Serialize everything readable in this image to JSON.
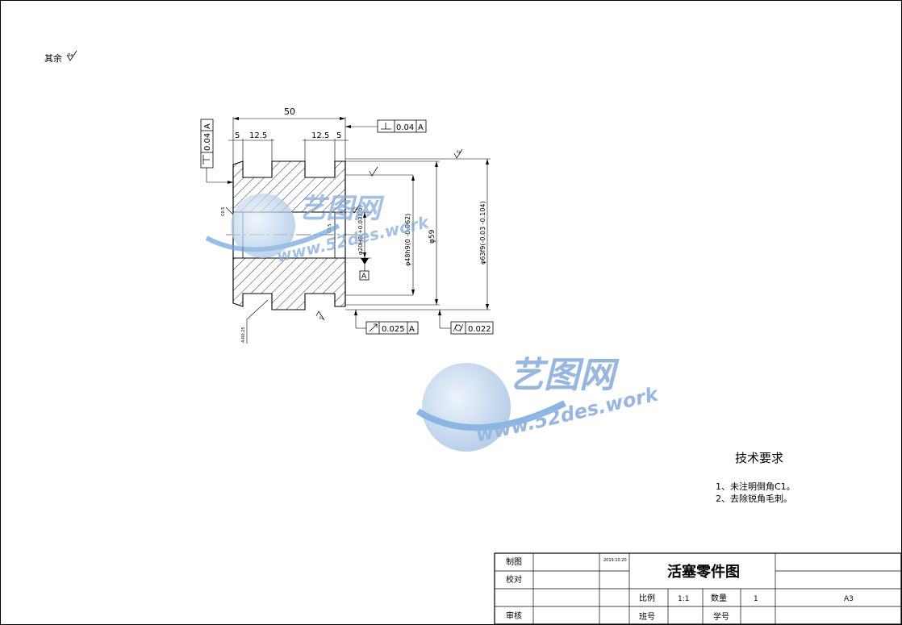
{
  "surface_note": {
    "label": "其余",
    "ra": "Ra"
  },
  "dims": {
    "length": "50",
    "left_edge": "5",
    "left_groove": "12.5",
    "right_groove": "12.5",
    "right_edge": "5",
    "bore": "φ20H8(+0.033 0)",
    "hub_dia": "φ48h9(0 -0.062)",
    "dia59": "φ59",
    "outer_dia": "φ63f9(-0.03 -0.104)",
    "chamfer_left": "C0.5",
    "chamfer_inner": "C0.5",
    "groove_radius": "4-R0.25",
    "ra_top": "Ra",
    "ra_bore": "Ra",
    "ra_bottom": "Ra",
    "datum": "A"
  },
  "tolerances": {
    "perp_top": {
      "value": "0.04",
      "datum": "A"
    },
    "perp_left": {
      "value": "0.04",
      "datum": "A"
    },
    "runout": {
      "value": "0.025",
      "datum": "A"
    },
    "cylindricity": {
      "value": "0.022"
    }
  },
  "watermark": {
    "brand": "艺图网",
    "url": "www.52des.work"
  },
  "tech_req": {
    "title": "技术要求",
    "items": [
      "1、未注明倒角C1。",
      "2、去除锐角毛刺。"
    ]
  },
  "title_block": {
    "drawn_label": "制图",
    "check_label": "校对",
    "review_label": "审核",
    "date": "2019.10.20",
    "title": "活塞零件图",
    "scale_label": "比例",
    "scale_value": "1:1",
    "qty_label": "数量",
    "qty_value": "1",
    "size": "A3",
    "class_label": "班号",
    "student_label": "学号"
  }
}
